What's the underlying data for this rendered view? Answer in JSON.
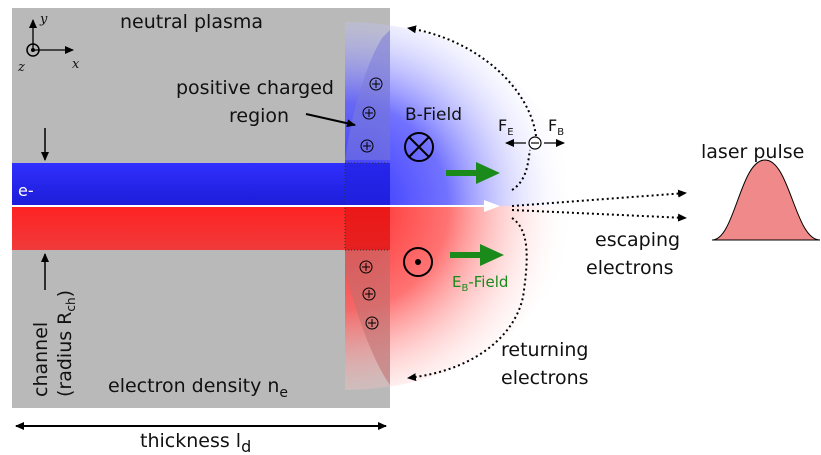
{
  "labels": {
    "neutral_plasma": "neutral plasma",
    "positive_region_line1": "positive charged",
    "positive_region_line2": "region",
    "b_field": "B-Field",
    "f_e_main": "F",
    "f_e_sub": "E",
    "f_b_main": "F",
    "f_b_sub": "B",
    "laser_pulse": "laser pulse",
    "electron_beam": "e-",
    "e_b_field_main": "E",
    "e_b_field_sub": "B",
    "e_b_field_rest": "-Field",
    "escaping_line1": "escaping",
    "escaping_line2": "electrons",
    "returning_line1": "returning",
    "returning_line2": "electrons",
    "channel_line1": "channel",
    "channel_line2_pre": "(radius R",
    "channel_line2_sub": "ch",
    "channel_line2_post": ")",
    "electron_density_main": "electron density n",
    "electron_density_sub": "e",
    "thickness_main": "thickness l",
    "thickness_sub": "d"
  },
  "axes": {
    "y": "y",
    "z": "z",
    "x": "x"
  },
  "colors": {
    "plasma_gray": "#b9b9b9",
    "beam_blue": "#2a2af0",
    "beam_red": "#f02020",
    "field_arrow_green": "#1a8a1a",
    "laser_pink": "#f08a8a"
  }
}
